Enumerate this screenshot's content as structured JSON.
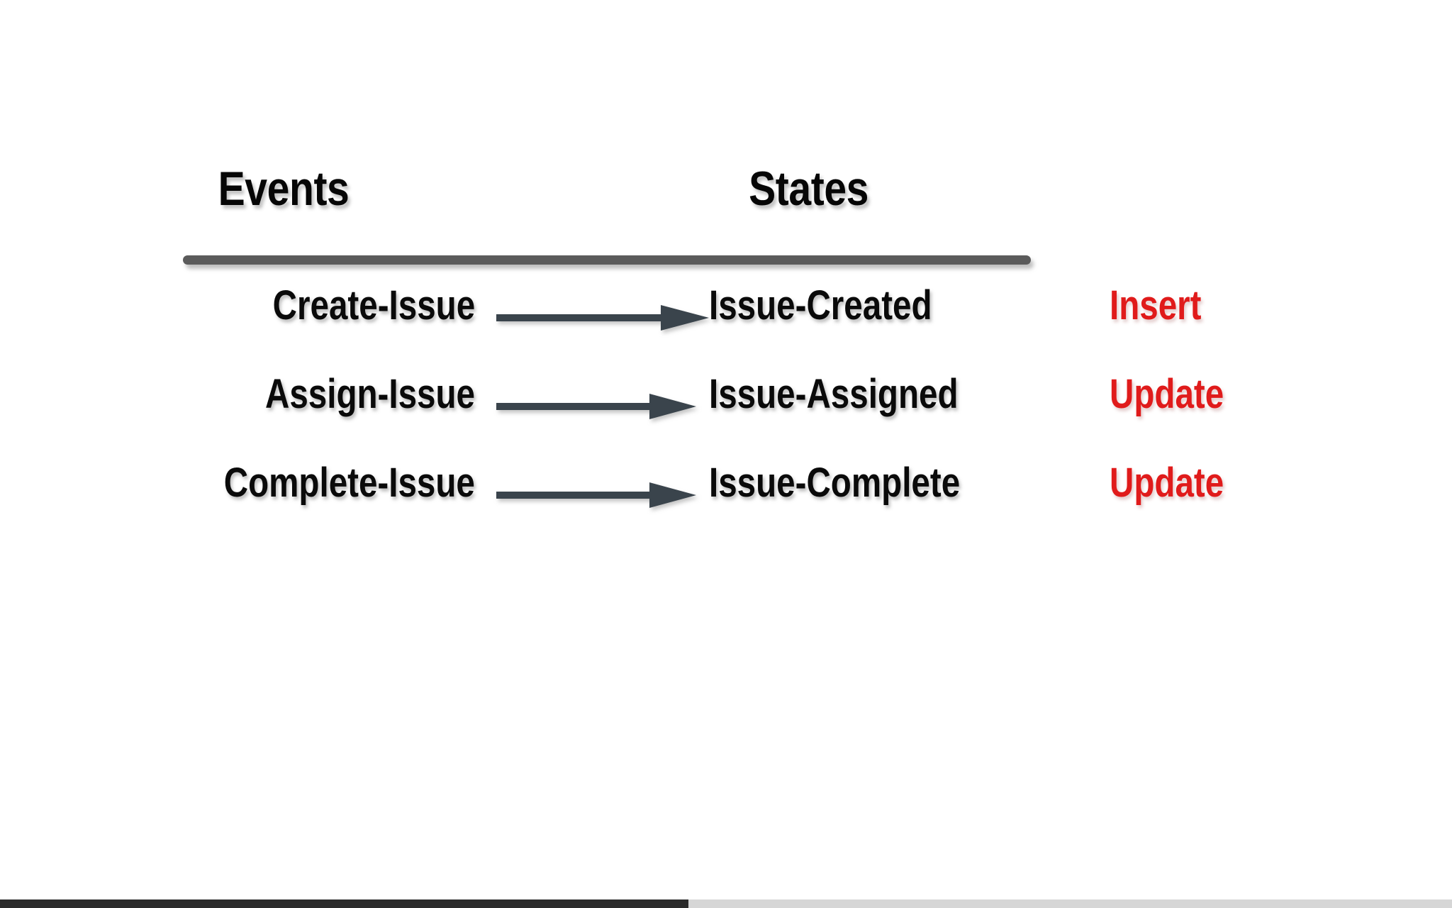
{
  "slide": {
    "background_color": "#ffffff",
    "headers": {
      "events": "Events",
      "states": "States"
    },
    "divider_color": "#5b5b5b",
    "arrow_color": "#3a444c",
    "action_color": "#e01b1b",
    "text_color": "#0a0a0a",
    "rows": [
      {
        "event": "Create-Issue",
        "arrow": "right-arrow-icon",
        "state": "Issue-Created",
        "action": "Insert"
      },
      {
        "event": "Assign-Issue",
        "arrow": "right-arrow-icon",
        "state": "Issue-Assigned",
        "action": "Update"
      },
      {
        "event": "Complete-Issue",
        "arrow": "right-arrow-icon",
        "state": "Issue-Complete",
        "action": "Update"
      }
    ]
  },
  "progress": {
    "percent": 47.4
  }
}
